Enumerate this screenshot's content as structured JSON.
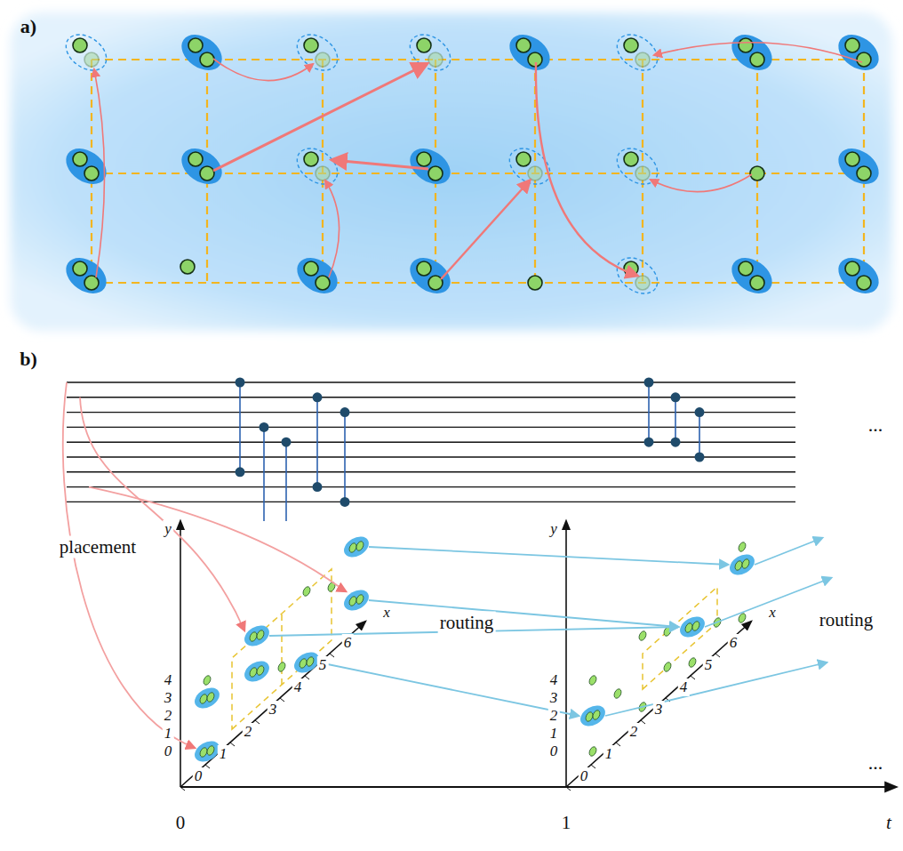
{
  "diagram": {
    "labels": [
      "a)",
      "b)",
      "placement",
      "routing",
      "routing",
      "...",
      "...",
      "y",
      "4",
      "3",
      "2",
      "1",
      "0",
      "0",
      "1",
      "2",
      "3",
      "4",
      "5",
      "6",
      "x",
      "y",
      "4",
      "3",
      "2",
      "1",
      "0",
      "0",
      "1",
      "2",
      "3",
      "4",
      "5",
      "6",
      "x",
      "0",
      "1",
      "t"
    ]
  }
}
